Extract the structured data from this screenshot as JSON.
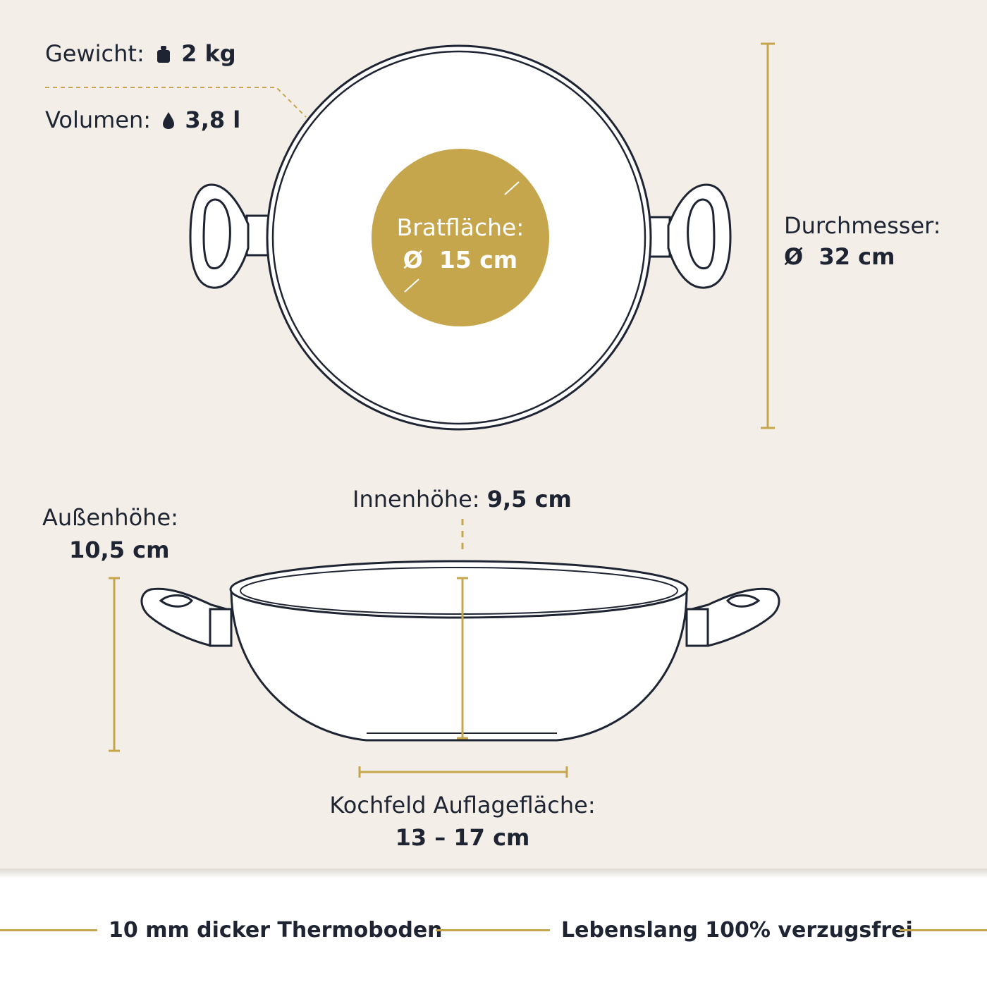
{
  "specs": {
    "weight_label": "Gewicht:",
    "weight_value": "2 kg",
    "weight_icon": "weight-icon",
    "volume_label": "Volumen:",
    "volume_value": "3,8 l",
    "volume_icon": "water-drop-icon"
  },
  "top_view": {
    "frying_surface_label": "Bratfläche:",
    "frying_surface_value": "Ø  15 cm",
    "diameter_label": "Durchmesser:",
    "diameter_value": "Ø  32 cm"
  },
  "side_view": {
    "inner_height_label": "Innenhöhe:",
    "inner_height_value": "9,5 cm",
    "outer_height_label": "Außenhöhe:",
    "outer_height_value": "10,5 cm",
    "hob_surface_label": "Kochfeld Auflagefläche:",
    "hob_surface_value": "13 – 17 cm"
  },
  "footer": {
    "left_feature": "10 mm dicker Thermoboden",
    "right_feature": "Lebenslang 100% verzugsfrei"
  },
  "colors": {
    "gold": "#c6a64c",
    "ink": "#1f2433",
    "background": "#f3efe8"
  }
}
